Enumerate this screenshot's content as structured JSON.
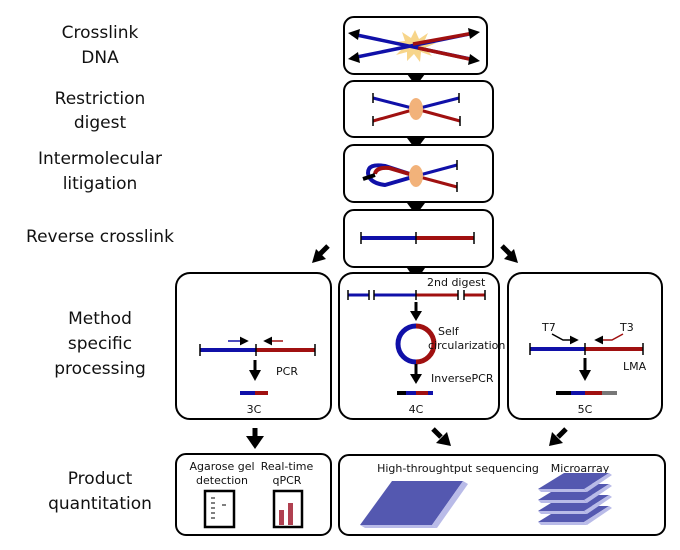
{
  "stages": {
    "crosslink": [
      "Crosslink",
      "DNA"
    ],
    "restriction": [
      "Restriction",
      "digest"
    ],
    "ligation": [
      "Intermolecular",
      "litigation"
    ],
    "reverse": [
      "Reverse crosslink"
    ],
    "method": [
      "Method",
      "specific",
      "processing"
    ],
    "product": [
      "Product",
      "quantitation"
    ]
  },
  "labels": {
    "pcr": "PCR",
    "m3c": "3C",
    "second_digest": "2nd digest",
    "self1": "Self",
    "self2": "circularization",
    "inverse_pcr": "InversePCR",
    "m4c": "4C",
    "t7": "T7",
    "t3": "T3",
    "lma": "LMA",
    "m5c": "5C",
    "agarose1": "Agarose gel",
    "agarose2": "detection",
    "qpcr1": "Real-time",
    "qpcr2": "qPCR",
    "hts": "High-throughtput sequencing",
    "microarray": "Microarray"
  },
  "colors": {
    "blue": "#1010a8",
    "red": "#a01010",
    "protein": "#f2b27a",
    "slab": "#5458b0",
    "slab_edge": "#b9bbe8"
  }
}
